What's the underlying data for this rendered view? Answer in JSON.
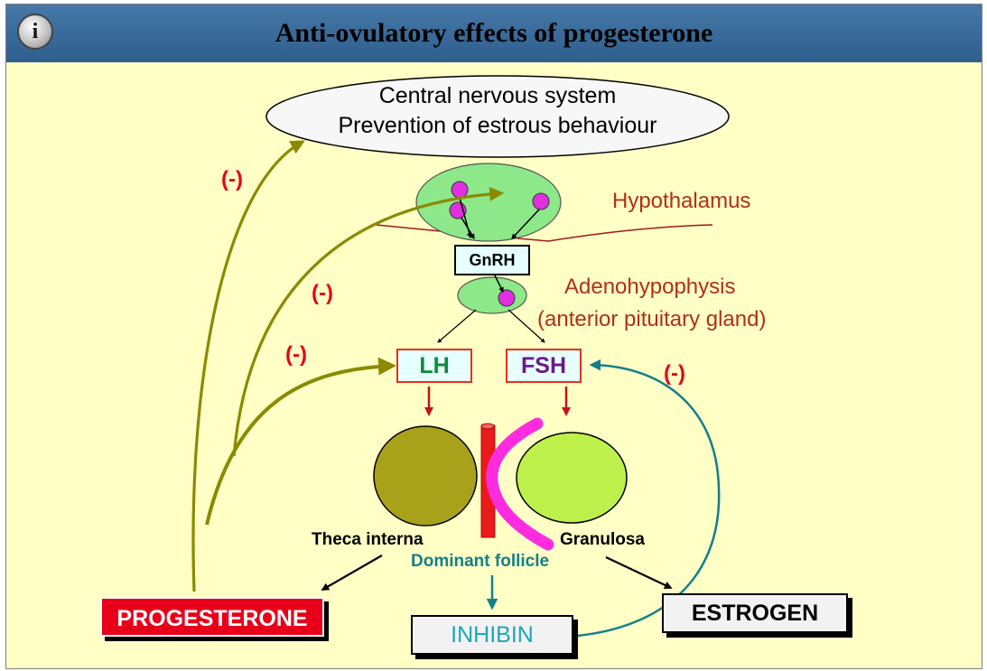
{
  "window": {
    "title": "Anti-ovulatory effects of progesterone",
    "info_icon": "info-icon",
    "info_letter": "i"
  },
  "colors": {
    "background": "#ffffc6",
    "title_bar": "#3a6b9a",
    "inhibitory_sign": "#e8001a",
    "progesterone_arrow": "#8a8a00",
    "estrogen_arrow": "#13808a",
    "label_red": "#b0301a",
    "granulosa_fill": "#bdf04a",
    "theca_fill": "#a8a21a"
  },
  "diagram": {
    "cns": {
      "line1": "Central nervous system",
      "line2": "Prevention of estrous behaviour"
    },
    "hypothalamus": "Hypothalamus",
    "gnrh": "GnRH",
    "adenohypophysis": {
      "line1": "Adenohypophysis",
      "line2": "(anterior pituitary gland)"
    },
    "lh": "LH",
    "fsh": "FSH",
    "theca_interna": "Theca interna",
    "granulosa": "Granulosa",
    "dominant_follicle": "Dominant follicle",
    "progesterone": "PROGESTERONE",
    "estrogen": "ESTROGEN",
    "inhibin": "INHIBIN",
    "inhibition_sign": "(-)"
  }
}
